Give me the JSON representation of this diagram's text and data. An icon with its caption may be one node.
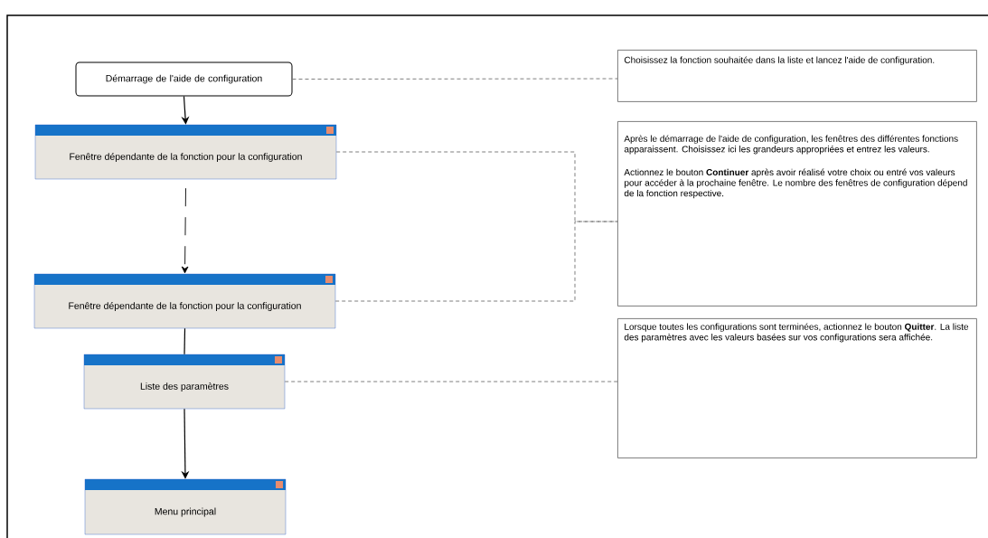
{
  "diagram": {
    "nodes": [
      {
        "text": [
          "Démarrage de l'aide de configuration"
        ]
      },
      {
        "text": [
          "Fenêtre dépendante de la fonction pour la configuration"
        ]
      },
      {
        "text": [
          "Fenêtre dépendante de la fonction pour la configuration"
        ]
      },
      {
        "text": [
          "Liste des paramètres"
        ]
      },
      {
        "text": [
          "Menu principal"
        ]
      },
      {
        "text": [
          "Choisissez la fonction souhaitée dans la liste et lancez l'aide de configuration."
        ]
      },
      {
        "text": [
          "Après le démarrage de l'aide de configuration, les fenêtres des différentes fonctions apparaissent. Choisissez ici les grandeurs appropriées et entrez les valeurs.",
          "Actionnez le bouton **Continuer** après avoir réalisé votre choix ou entré vos valeurs pour accéder à la prochaine fenêtre. Le nombre des fenêtres de configuration dépend de la fonction respective."
        ]
      },
      {
        "text": [
          "Lorsque toutes les configurations sont terminées, actionnez le bouton **Quitter**. La liste des paramètres avec les valeurs basées sur vos configurations sera affichée."
        ]
      }
    ],
    "edges": [
      {
        "from": 0,
        "to": 1,
        "arrow": "to"
      },
      {
        "from": 1,
        "to": 2,
        "arrow": "to",
        "style": "dashed"
      },
      {
        "from": 2,
        "to": 3,
        "arrow": "none"
      },
      {
        "from": 3,
        "to": 4,
        "arrow": "to"
      },
      {
        "from": 0,
        "to": 5,
        "arrow": "none",
        "style": "dashed",
        "color": "#707070"
      },
      {
        "from": 1,
        "to": 6,
        "arrow": "none",
        "style": "dashed",
        "color": "#707070"
      },
      {
        "from": 2,
        "to": 6,
        "arrow": "none",
        "style": "dashed",
        "color": "#707070"
      },
      {
        "from": 3,
        "to": 7,
        "arrow": "none",
        "style": "dashed",
        "color": "#707070"
      }
    ]
  }
}
